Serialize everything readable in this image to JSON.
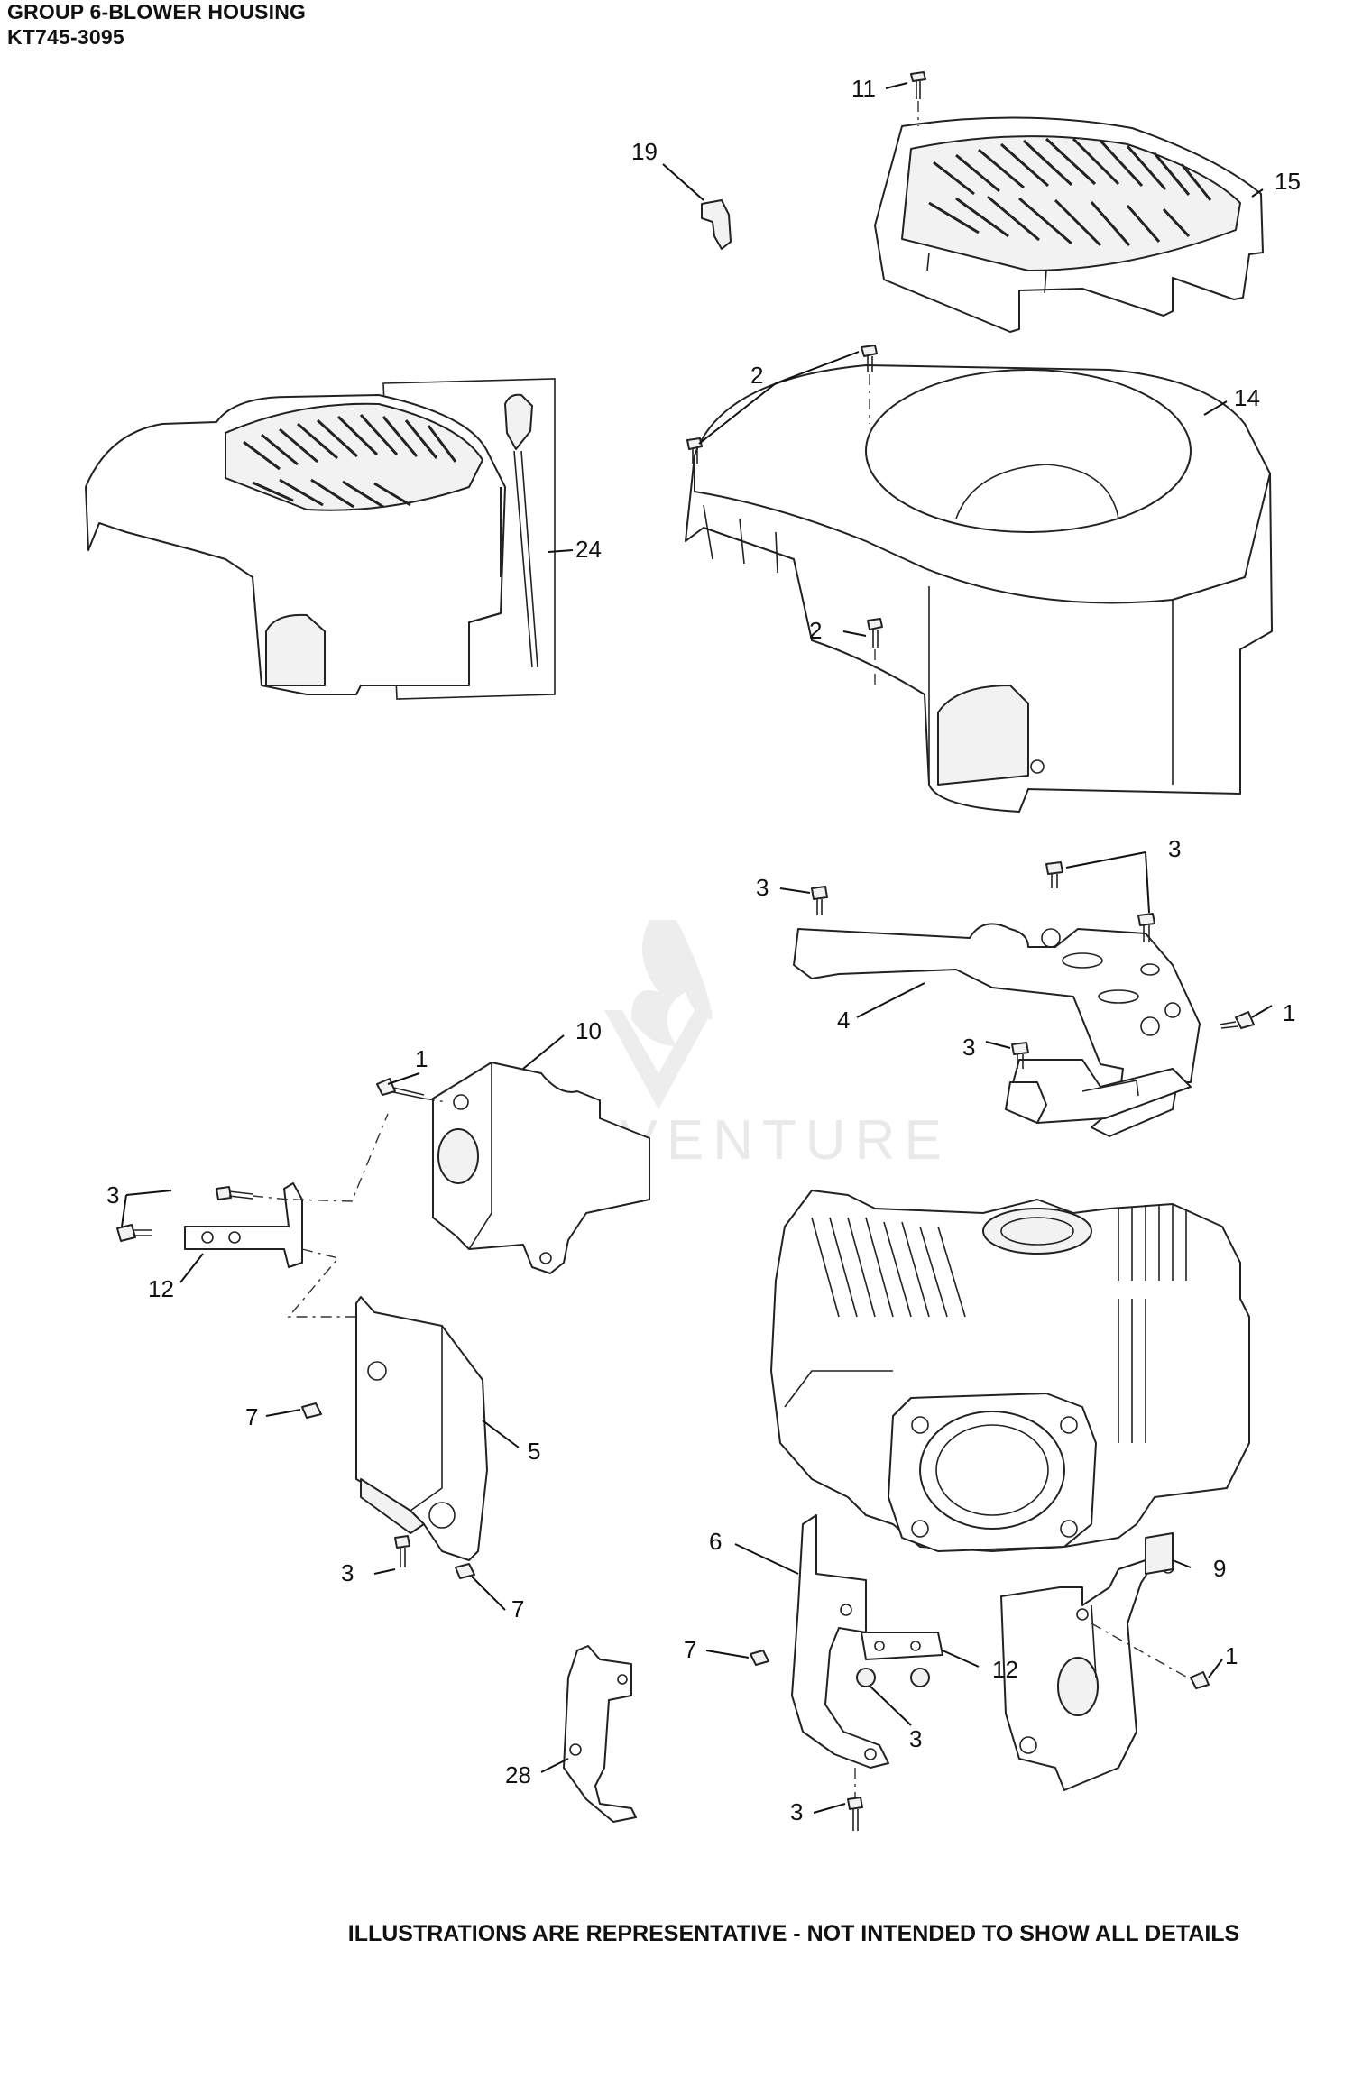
{
  "header": {
    "group_title": "GROUP 6-BLOWER HOUSING",
    "model": "KT745-3095"
  },
  "callouts": {
    "c11": "11",
    "c19": "19",
    "c15": "15",
    "c2a": "2",
    "c14": "14",
    "c24": "24",
    "c2b": "2",
    "c3a": "3",
    "c3b": "3",
    "c1a": "1",
    "c4": "4",
    "c3c": "3",
    "c1b": "1",
    "c10": "10",
    "c3d": "3",
    "c12a": "12",
    "c7a": "7",
    "c5": "5",
    "c3e": "3",
    "c7b": "7",
    "c6": "6",
    "c9": "9",
    "c7c": "7",
    "c12b": "12",
    "c1c": "1",
    "c3f": "3",
    "c28": "28",
    "c3g": "3"
  },
  "watermark": "EADVENTURE",
  "footer": "ILLUSTRATIONS ARE REPRESENTATIVE - NOT INTENDED TO SHOW ALL DETAILS"
}
